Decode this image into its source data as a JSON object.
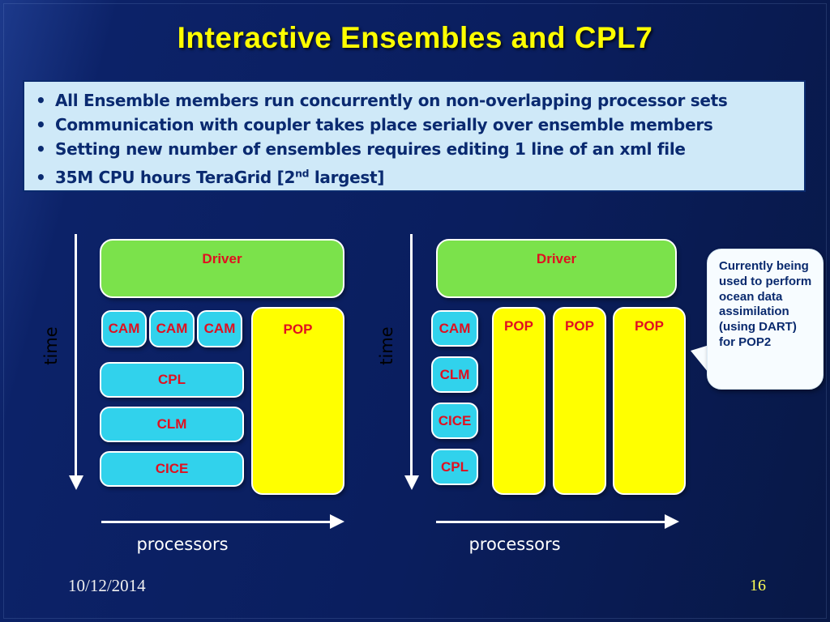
{
  "slide": {
    "title": "Interactive Ensembles and CPL7",
    "footer": {
      "date": "10/12/2014",
      "page_number": "16"
    }
  },
  "summary_panel": {
    "marker": "•",
    "lines": [
      "All Ensemble members run concurrently on non-overlapping processor sets",
      "Communication with coupler takes place serially over ensemble members",
      "Setting new number of ensembles requires editing 1 line of an xml file"
    ],
    "line4": {
      "prefix": "35M CPU hours TeraGrid [2",
      "superscript": "nd",
      "suffix": " largest]"
    }
  },
  "left_diagram": {
    "time_label": "time",
    "driver_label": "Driver",
    "cam_labels": [
      "CAM",
      "CAM",
      "CAM"
    ],
    "pop_label": "POP",
    "component_rows": [
      "CPL",
      "CLM",
      "CICE"
    ],
    "processors_label": "processors"
  },
  "right_diagram": {
    "time_label": "time",
    "driver_label": "Driver",
    "component_stack": [
      "CAM",
      "CLM",
      "CICE",
      "CPL"
    ],
    "pop_labels": [
      "POP",
      "POP",
      "POP"
    ],
    "processors_label": "processors"
  },
  "callout": {
    "text": "Currently being used to perform ocean data assimilation (using DART) for POP2"
  },
  "colors": {
    "slide_background": "#0a1e5e",
    "title_text": "#ffff00",
    "panel_background": "#cfe9f8",
    "panel_text": "#0a2a70",
    "driver_fill": "#7be24b",
    "component_fill": "#31d2ec",
    "pop_fill": "#ffff00",
    "box_label_text": "#e01020",
    "axis_arrow": "#ffffff",
    "callout_background": "#f7fcff",
    "footer_date_text": "#f0f0f0",
    "footer_page_text": "#ffff55"
  }
}
